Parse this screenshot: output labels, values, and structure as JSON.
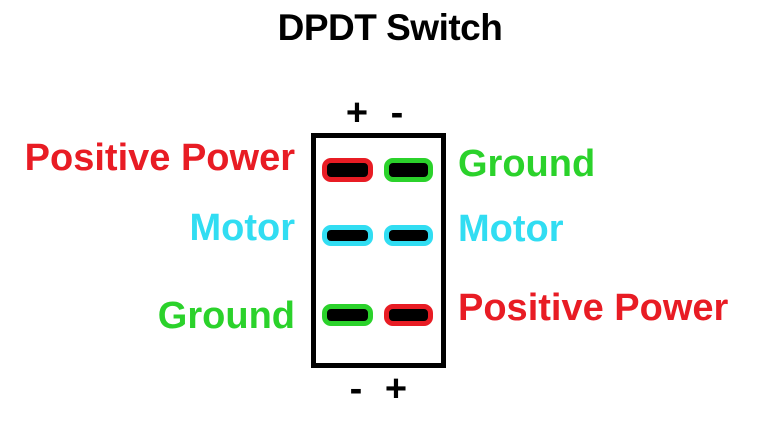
{
  "title": "DPDT Switch",
  "colors": {
    "red": "#e81c24",
    "green": "#2bd22b",
    "cyan": "#31ddf2",
    "black": "#000000",
    "white": "#ffffff"
  },
  "switch": {
    "top_polarity": {
      "left": "+",
      "right": "-"
    },
    "bottom_polarity": {
      "left": "-",
      "right": "+"
    },
    "rows": [
      {
        "left_label": "Positive Power",
        "left_label_color": "red",
        "left_terminal_color": "red",
        "right_label": "Ground",
        "right_label_color": "green",
        "right_terminal_color": "green"
      },
      {
        "left_label": "Motor",
        "left_label_color": "cyan",
        "left_terminal_color": "cyan",
        "right_label": "Motor",
        "right_label_color": "cyan",
        "right_terminal_color": "cyan"
      },
      {
        "left_label": "Ground",
        "left_label_color": "green",
        "left_terminal_color": "green",
        "right_label": "Positive Power",
        "right_label_color": "red",
        "right_terminal_color": "red"
      }
    ]
  }
}
